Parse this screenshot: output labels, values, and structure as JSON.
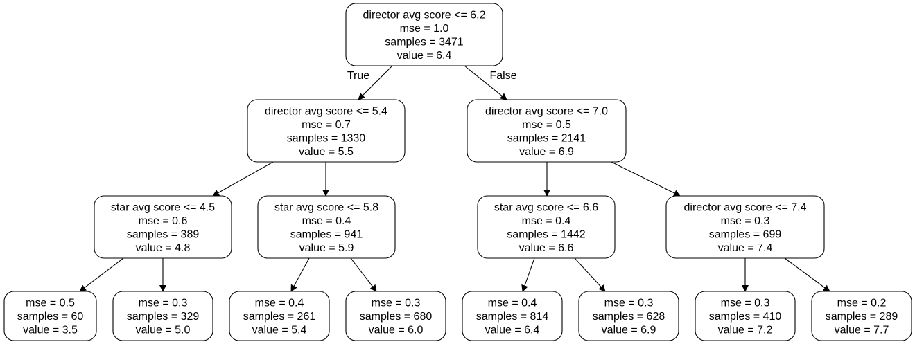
{
  "tree": {
    "nodes": [
      {
        "id": "n0",
        "lines": [
          "director avg score <= 6.2",
          "mse = 1.0",
          "samples = 3471",
          "value = 6.4"
        ]
      },
      {
        "id": "n1",
        "lines": [
          "director avg score <= 5.4",
          "mse = 0.7",
          "samples = 1330",
          "value = 5.5"
        ]
      },
      {
        "id": "n2",
        "lines": [
          "director avg score <= 7.0",
          "mse = 0.5",
          "samples = 2141",
          "value = 6.9"
        ]
      },
      {
        "id": "n3",
        "lines": [
          "star avg score <= 4.5",
          "mse = 0.6",
          "samples = 389",
          "value = 4.8"
        ]
      },
      {
        "id": "n4",
        "lines": [
          "star avg score <= 5.8",
          "mse = 0.4",
          "samples = 941",
          "value = 5.9"
        ]
      },
      {
        "id": "n5",
        "lines": [
          "star avg score <= 6.6",
          "mse = 0.4",
          "samples = 1442",
          "value = 6.6"
        ]
      },
      {
        "id": "n6",
        "lines": [
          "director avg score <= 7.4",
          "mse = 0.3",
          "samples = 699",
          "value = 7.4"
        ]
      },
      {
        "id": "n7",
        "lines": [
          "mse = 0.5",
          "samples = 60",
          "value = 3.5"
        ]
      },
      {
        "id": "n8",
        "lines": [
          "mse = 0.3",
          "samples = 329",
          "value = 5.0"
        ]
      },
      {
        "id": "n9",
        "lines": [
          "mse = 0.4",
          "samples = 261",
          "value = 5.4"
        ]
      },
      {
        "id": "n10",
        "lines": [
          "mse = 0.3",
          "samples = 680",
          "value = 6.0"
        ]
      },
      {
        "id": "n11",
        "lines": [
          "mse = 0.4",
          "samples = 814",
          "value = 6.4"
        ]
      },
      {
        "id": "n12",
        "lines": [
          "mse = 0.3",
          "samples = 628",
          "value = 6.9"
        ]
      },
      {
        "id": "n13",
        "lines": [
          "mse = 0.3",
          "samples = 410",
          "value = 7.2"
        ]
      },
      {
        "id": "n14",
        "lines": [
          "mse = 0.2",
          "samples = 289",
          "value = 7.7"
        ]
      }
    ],
    "edges": [
      {
        "from": "n0",
        "to": "n1",
        "label": "True"
      },
      {
        "from": "n0",
        "to": "n2",
        "label": "False"
      },
      {
        "from": "n1",
        "to": "n3"
      },
      {
        "from": "n1",
        "to": "n4"
      },
      {
        "from": "n2",
        "to": "n5"
      },
      {
        "from": "n2",
        "to": "n6"
      },
      {
        "from": "n3",
        "to": "n7"
      },
      {
        "from": "n3",
        "to": "n8"
      },
      {
        "from": "n4",
        "to": "n9"
      },
      {
        "from": "n4",
        "to": "n10"
      },
      {
        "from": "n5",
        "to": "n11"
      },
      {
        "from": "n5",
        "to": "n12"
      },
      {
        "from": "n6",
        "to": "n13"
      },
      {
        "from": "n6",
        "to": "n14"
      }
    ],
    "colors": {
      "box_fill": "#ffffff",
      "stroke": "#000000",
      "text": "#000000"
    }
  }
}
